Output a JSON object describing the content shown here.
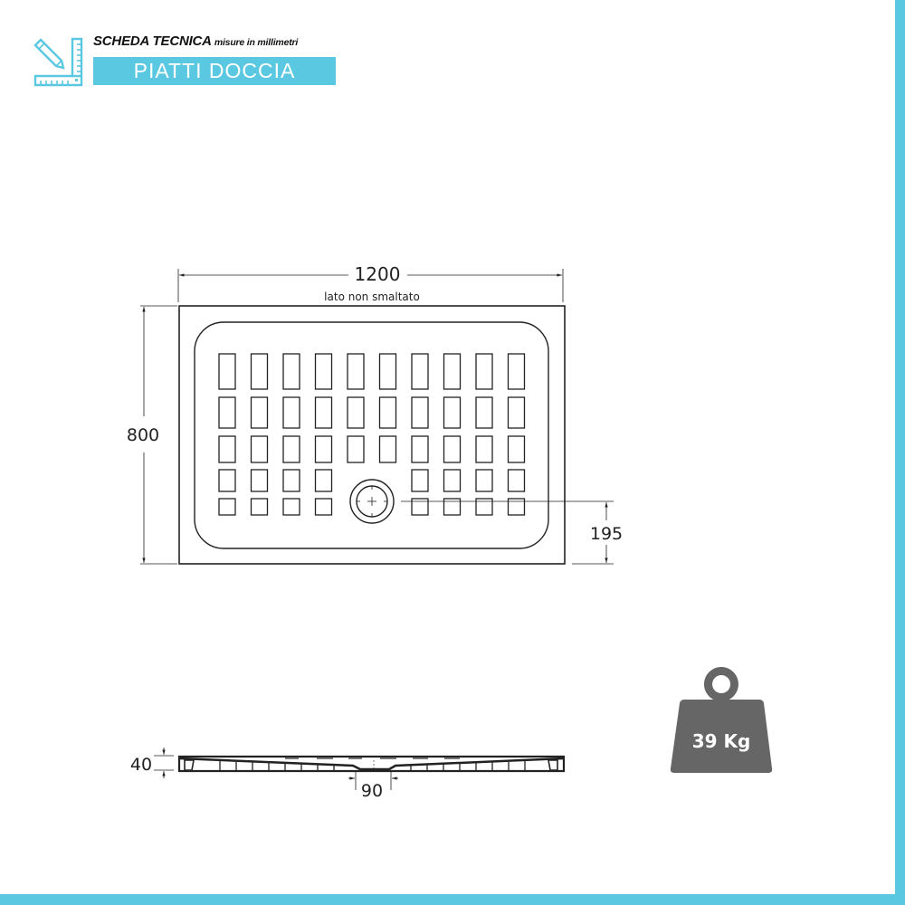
{
  "header": {
    "icon": "ruler-pencil-icon",
    "title": "SCHEDA TECNICA",
    "subtitle": "misure in millimetri",
    "banner": "PIATTI DOCCIA"
  },
  "plan_view": {
    "width_label": "1200",
    "width_note": "lato non smaltato",
    "depth_label": "800",
    "drain_offset_label": "195"
  },
  "section_view": {
    "height_label": "40",
    "drain_diameter_label": "90"
  },
  "weight": {
    "icon": "weight-icon",
    "label": "39 Kg"
  },
  "colors": {
    "accent": "#5bc8e1",
    "line": "#222222",
    "weight_fill": "#666666"
  }
}
